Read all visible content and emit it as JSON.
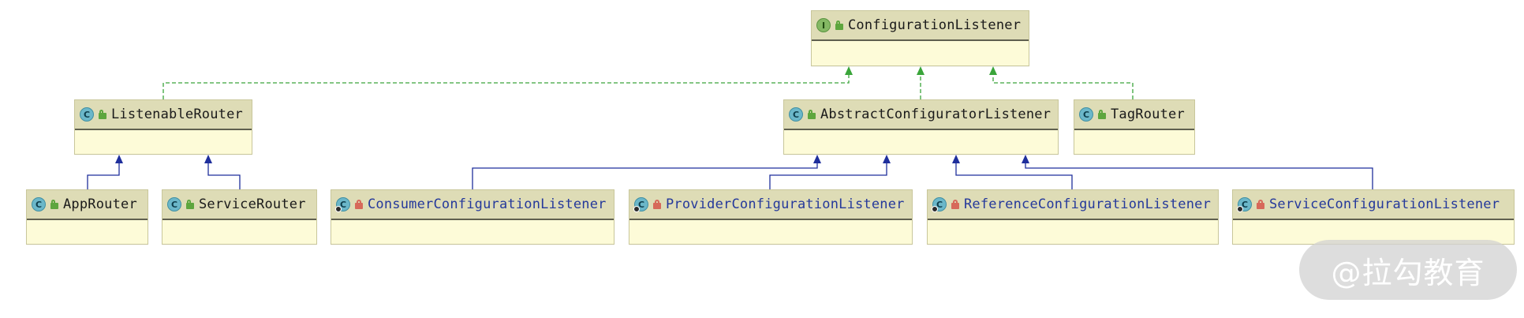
{
  "diagram": {
    "nodes": [
      {
        "id": "configuration-listener",
        "name": "ConfigurationListener",
        "kind": "interface",
        "kind_letter": "I",
        "access": "public"
      },
      {
        "id": "listenable-router",
        "name": "ListenableRouter",
        "kind": "class",
        "kind_letter": "C",
        "access": "public"
      },
      {
        "id": "abstract-configurator-listener",
        "name": "AbstractConfiguratorListener",
        "kind": "class",
        "kind_letter": "C",
        "access": "public"
      },
      {
        "id": "tag-router",
        "name": "TagRouter",
        "kind": "class",
        "kind_letter": "C",
        "access": "public"
      },
      {
        "id": "app-router",
        "name": "AppRouter",
        "kind": "class",
        "kind_letter": "C",
        "access": "public"
      },
      {
        "id": "service-router",
        "name": "ServiceRouter",
        "kind": "class",
        "kind_letter": "C",
        "access": "public"
      },
      {
        "id": "consumer-configuration-listener",
        "name": "ConsumerConfigurationListener",
        "kind": "inner-class",
        "kind_letter": "C",
        "access": "private"
      },
      {
        "id": "provider-configuration-listener",
        "name": "ProviderConfigurationListener",
        "kind": "inner-class",
        "kind_letter": "C",
        "access": "private"
      },
      {
        "id": "reference-configuration-listener",
        "name": "ReferenceConfigurationListener",
        "kind": "inner-class",
        "kind_letter": "C",
        "access": "private"
      },
      {
        "id": "service-configuration-listener",
        "name": "ServiceConfigurationListener",
        "kind": "inner-class",
        "kind_letter": "C",
        "access": "private"
      }
    ],
    "edges": [
      {
        "from": "listenable-router",
        "to": "configuration-listener",
        "type": "implements"
      },
      {
        "from": "abstract-configurator-listener",
        "to": "configuration-listener",
        "type": "implements"
      },
      {
        "from": "tag-router",
        "to": "configuration-listener",
        "type": "implements"
      },
      {
        "from": "app-router",
        "to": "listenable-router",
        "type": "extends"
      },
      {
        "from": "service-router",
        "to": "listenable-router",
        "type": "extends"
      },
      {
        "from": "consumer-configuration-listener",
        "to": "abstract-configurator-listener",
        "type": "extends"
      },
      {
        "from": "provider-configuration-listener",
        "to": "abstract-configurator-listener",
        "type": "extends"
      },
      {
        "from": "reference-configuration-listener",
        "to": "abstract-configurator-listener",
        "type": "extends"
      },
      {
        "from": "service-configuration-listener",
        "to": "abstract-configurator-listener",
        "type": "extends"
      }
    ],
    "colors": {
      "implements_edge": "#3aa53a",
      "extends_edge": "#1f2f9c",
      "node_header": "#dedcb6",
      "node_body": "#fdfbd8",
      "inner_class_name": "#25399b"
    }
  },
  "watermark": {
    "text": "@拉勾教育"
  }
}
